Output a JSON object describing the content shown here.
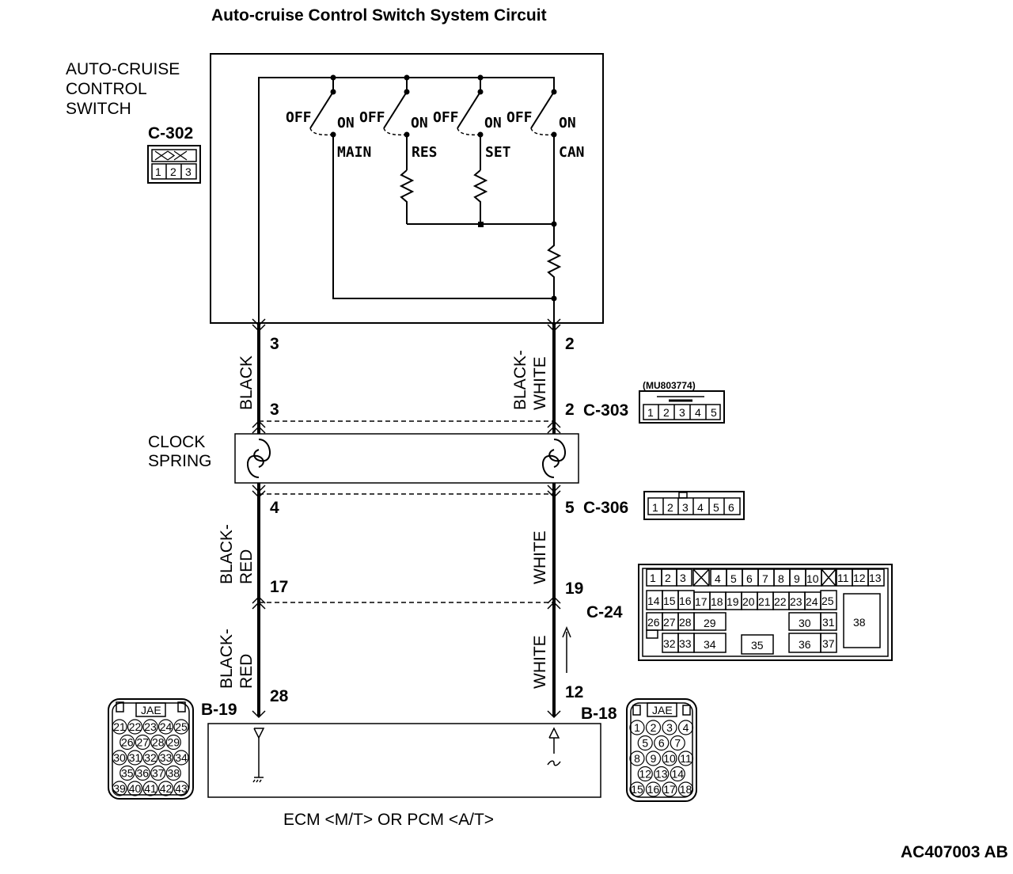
{
  "title": "Auto-cruise Control Switch System Circuit",
  "switch_block": {
    "label_lines": [
      "AUTO-CRUISE",
      "CONTROL",
      "SWITCH"
    ],
    "connector": "C-302",
    "connector_pins": [
      "1",
      "2",
      "3"
    ],
    "switches": [
      {
        "off": "OFF",
        "on": "ON",
        "name": "MAIN"
      },
      {
        "off": "OFF",
        "on": "ON",
        "name": "RES"
      },
      {
        "off": "OFF",
        "on": "ON",
        "name": "SET"
      },
      {
        "off": "OFF",
        "on": "ON",
        "name": "CAN"
      }
    ]
  },
  "wires": {
    "left_top": {
      "color_lines": [
        "BLACK"
      ],
      "pin_top": "3",
      "pin_bottom": "3"
    },
    "right_top": {
      "color_lines": [
        "BLACK-",
        "WHITE"
      ],
      "pin_top": "2",
      "pin_bottom": "2"
    },
    "left_mid": {
      "color_lines": [
        "BLACK-",
        "RED"
      ],
      "pin_top": "4",
      "pin_bottom": "17"
    },
    "right_mid": {
      "color_lines": [
        "WHITE"
      ],
      "pin_top": "5",
      "pin_bottom": "19"
    },
    "left_bot": {
      "color_lines": [
        "BLACK-",
        "RED"
      ],
      "pin_bottom": "28"
    },
    "right_bot": {
      "color_lines": [
        "WHITE"
      ],
      "pin_bottom": "12"
    }
  },
  "connectors": {
    "c303": {
      "name": "C-303",
      "part": "(MU803774)",
      "pins": [
        "1",
        "2",
        "3",
        "4",
        "5"
      ]
    },
    "c306": {
      "name": "C-306",
      "pins": [
        "1",
        "2",
        "3",
        "4",
        "5",
        "6"
      ]
    },
    "c24": {
      "name": "C-24",
      "row1": [
        "1",
        "2",
        "3",
        "4",
        "5",
        "6",
        "7",
        "8",
        "9",
        "10",
        "11",
        "12",
        "13"
      ],
      "row2": [
        "14",
        "15",
        "16",
        "17",
        "18",
        "19",
        "20",
        "21",
        "22",
        "23",
        "24",
        "25"
      ],
      "row3": [
        "26",
        "27",
        "28",
        "29",
        "30",
        "31"
      ],
      "row4": [
        "32",
        "33",
        "34",
        "35",
        "36",
        "37"
      ],
      "big": "38"
    },
    "b19": {
      "name": "B-19",
      "header": "JAE",
      "rows": [
        [
          "21",
          "22",
          "23",
          "24",
          "25"
        ],
        [
          "26",
          "27",
          "28",
          "29"
        ],
        [
          "30",
          "31",
          "32",
          "33",
          "34"
        ],
        [
          "35",
          "36",
          "37",
          "38"
        ],
        [
          "39",
          "40",
          "41",
          "42",
          "43"
        ]
      ]
    },
    "b18": {
      "name": "B-18",
      "header": "JAE",
      "rows": [
        [
          "1",
          "2",
          "3",
          "4"
        ],
        [
          "5",
          "6",
          "7"
        ],
        [
          "8",
          "9",
          "10",
          "11"
        ],
        [
          "12",
          "13",
          "14"
        ],
        [
          "15",
          "16",
          "17",
          "18"
        ]
      ]
    }
  },
  "clock_spring": {
    "label_lines": [
      "CLOCK",
      "SPRING"
    ]
  },
  "ecm_label": "ECM <M/T> OR PCM <A/T>",
  "figure_code": "AC407003 AB"
}
